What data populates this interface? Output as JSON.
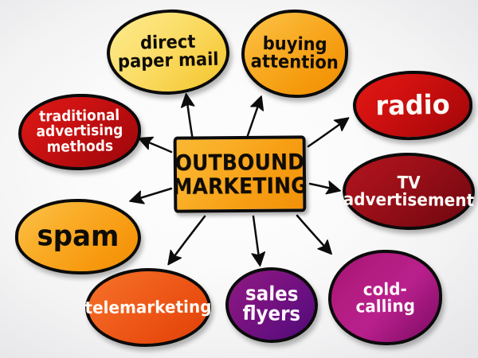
{
  "diagram": {
    "title": "Outbound Marketing mind map",
    "type": "mind-map",
    "background_color": "#f2f2f4",
    "center": {
      "label": "OUTBOUND\nMARKETING",
      "shape": "rectangle",
      "fill_color": "#f8a81c",
      "text_color": "#100c06",
      "border_color": "#0b0b0b"
    },
    "branches": [
      {
        "id": "direct-paper-mail",
        "label": "direct\npaper mail",
        "shape": "ellipse",
        "fill_color": "#f9dc62",
        "text_color": "#0f0c06",
        "position": "top-left"
      },
      {
        "id": "buying-attention",
        "label": "buying\nattention",
        "shape": "ellipse",
        "fill_color": "#f8a81c",
        "text_color": "#0f0c06",
        "position": "top-right"
      },
      {
        "id": "radio",
        "label": "radio",
        "shape": "ellipse",
        "fill_color": "#c81010",
        "text_color": "#fdf8f4",
        "position": "right-upper"
      },
      {
        "id": "tv-advertisement",
        "label": "TV\nadvertisement",
        "shape": "ellipse",
        "fill_color": "#981018",
        "text_color": "#fdf8f5",
        "position": "right-middle"
      },
      {
        "id": "cold-calling",
        "label": "cold-calling",
        "shape": "ellipse",
        "fill_color": "#ab1878",
        "text_color": "#fdf6fb",
        "position": "bottom-right"
      },
      {
        "id": "sales-flyers",
        "label": "sales\nflyers",
        "shape": "ellipse",
        "fill_color": "#731480",
        "text_color": "#fdf7fd",
        "position": "bottom-center"
      },
      {
        "id": "telemarketing",
        "label": "telemarketing",
        "shape": "ellipse",
        "fill_color": "#ee5716",
        "text_color": "#fff9f4",
        "position": "bottom-left"
      },
      {
        "id": "spam",
        "label": "spam",
        "shape": "ellipse",
        "fill_color": "#f9ab22",
        "text_color": "#0f0c05",
        "position": "left-lower"
      },
      {
        "id": "traditional-advertising-methods",
        "label": "traditional\nadvertising\nmethods",
        "shape": "ellipse",
        "fill_color": "#c41212",
        "text_color": "#fdf8f6",
        "position": "left-upper"
      }
    ],
    "connector": {
      "style": "hand-drawn-arrow",
      "color": "#0c0c0c",
      "direction": "center-to-branch",
      "count": 9
    }
  }
}
